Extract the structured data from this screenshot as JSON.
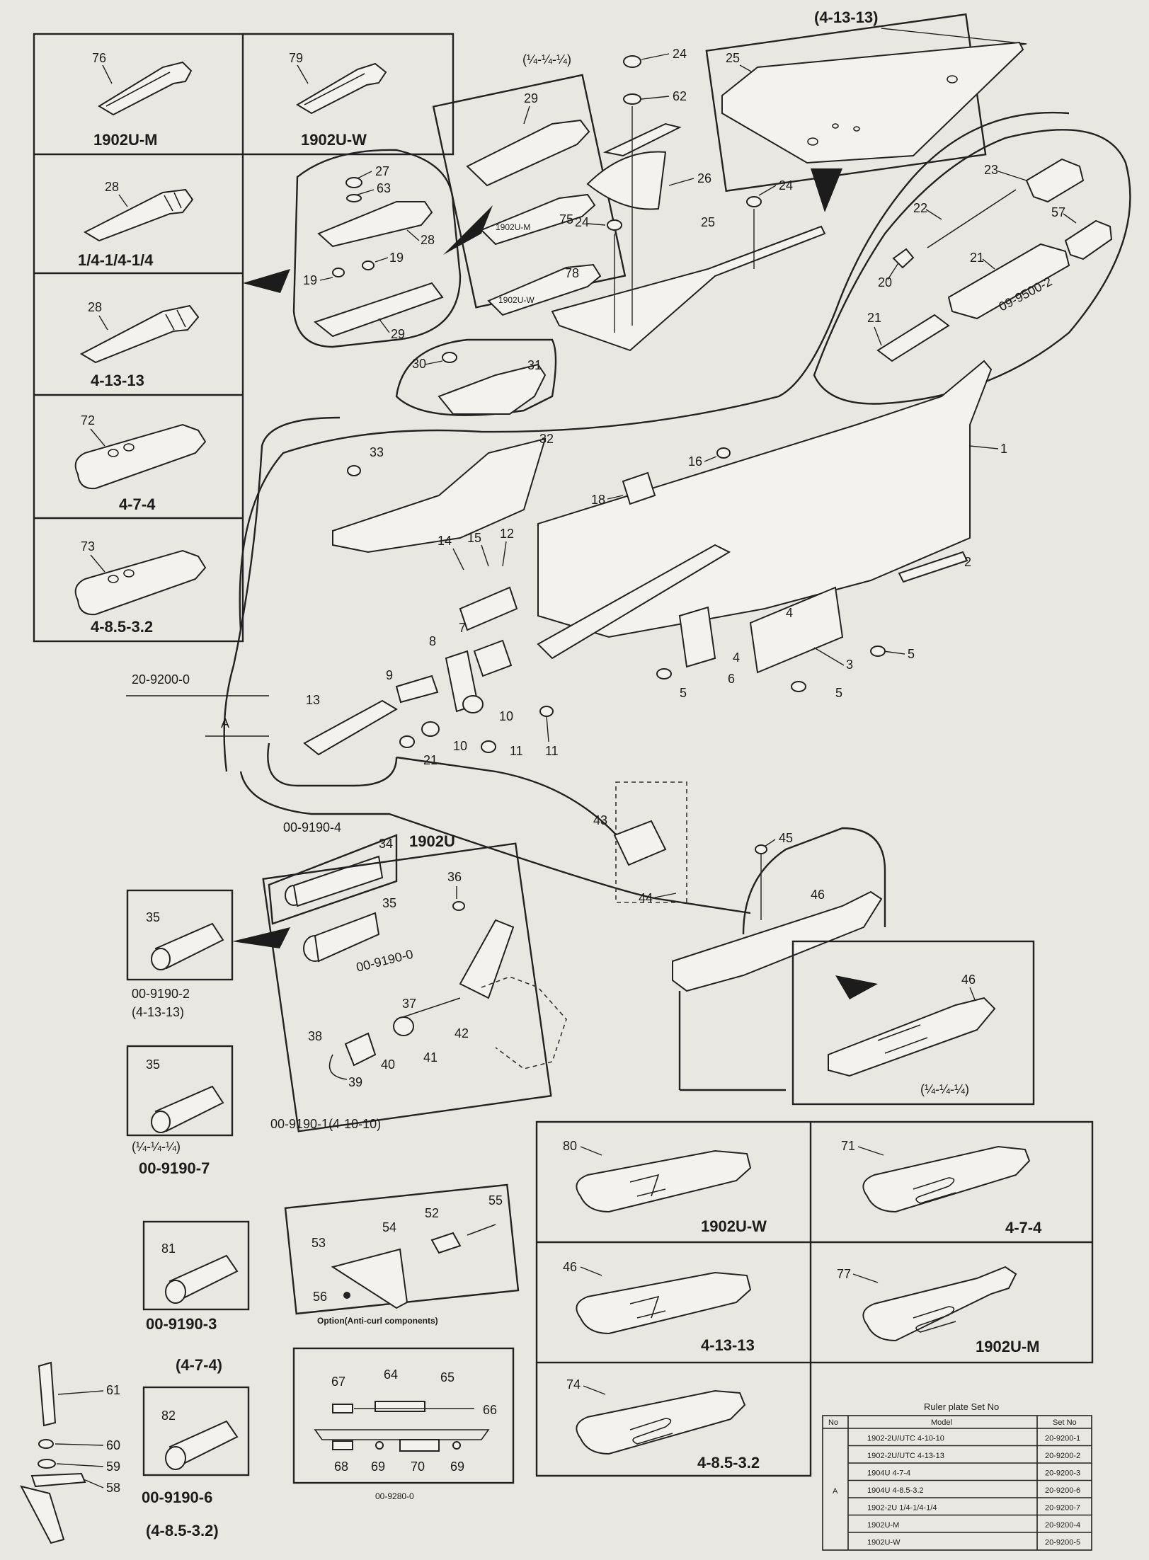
{
  "header": {
    "spec_top": "(4-13-13)",
    "spec_quarter": "(¼-¼-¼)"
  },
  "left_boxes": [
    {
      "num": "76",
      "caption": "1902U-M"
    },
    {
      "num": "79",
      "caption": "1902U-W"
    },
    {
      "num": "28",
      "caption": "1/4-1/4-1/4"
    },
    {
      "num": "28",
      "caption": "4-13-13"
    },
    {
      "num": "72",
      "caption": "4-7-4"
    },
    {
      "num": "73",
      "caption": "4-8.5-3.2"
    }
  ],
  "callouts": {
    "c1": "1",
    "c2": "2",
    "c3": "3",
    "c4": "4",
    "c5": "5",
    "c6": "6",
    "c7": "7",
    "c8": "8",
    "c9": "9",
    "c10": "10",
    "c11": "11",
    "c12": "12",
    "c13": "13",
    "c14": "14",
    "c15": "15",
    "c16": "16",
    "c18": "18",
    "c19": "19",
    "c20": "20",
    "c21": "21",
    "c22": "22",
    "c23": "23",
    "c24": "24",
    "c25": "25",
    "c26": "26",
    "c27": "27",
    "c28": "28",
    "c29": "29",
    "c30": "30",
    "c31": "31",
    "c32": "32",
    "c33": "33",
    "c34": "34",
    "c35": "35",
    "c36": "36",
    "c37": "37",
    "c38": "38",
    "c39": "39",
    "c40": "40",
    "c41": "41",
    "c42": "42",
    "c43": "43",
    "c44": "44",
    "c45": "45",
    "c46": "46",
    "c52": "52",
    "c53": "53",
    "c54": "54",
    "c55": "55",
    "c56": "56",
    "c57": "57",
    "c58": "58",
    "c59": "59",
    "c60": "60",
    "c61": "61",
    "c62": "62",
    "c63": "63",
    "c64": "64",
    "c65": "65",
    "c66": "66",
    "c67": "67",
    "c68": "68",
    "c69": "69",
    "c70": "70",
    "c71": "71",
    "c72": "72",
    "c73": "73",
    "c74": "74",
    "c75": "75",
    "c77": "77",
    "c78": "78",
    "c80": "80",
    "c81": "81",
    "c82": "82",
    "plate_label_m": "1902U-M",
    "plate_label_w": "1902U-W"
  },
  "codes": {
    "set_main": "20-9200-0",
    "label_a": "A",
    "tube_set": "09-9500-2",
    "roller_set_a": "00-9190-4",
    "model_1902u": "1902U",
    "roller_set_b": "00-9190-0",
    "roller_2": "00-9190-2",
    "roller_2_spec": "(4-13-13)",
    "roller_1": "00-9190-1(4-10-10)",
    "roller_7_spec": "(¼-¼-¼)",
    "roller_7": "00-9190-7",
    "roller_3": "00-9190-3",
    "roller_3_spec": "(4-7-4)",
    "roller_6": "00-9190-6",
    "roller_6_spec": "(4-8.5-3.2)",
    "option_caption": "Option(Anti-curl components)",
    "bottom_set": "00-9280-0",
    "box46_spec": "(¼-¼-¼)"
  },
  "ruler_plates": [
    {
      "num": "80",
      "caption": "1902U-W"
    },
    {
      "num": "71",
      "caption": "4-7-4"
    },
    {
      "num": "46",
      "caption": "4-13-13"
    },
    {
      "num": "77",
      "caption": "1902U-M"
    },
    {
      "num": "74",
      "caption": "4-8.5-3.2"
    }
  ],
  "table": {
    "title": "Ruler plate Set No",
    "headers": [
      "No",
      "Model",
      "Set No"
    ],
    "group": "A",
    "rows": [
      {
        "model": "1902-2U/UTC  4-10-10",
        "set": "20-9200-1"
      },
      {
        "model": "1902-2U/UTC  4-13-13",
        "set": "20-9200-2"
      },
      {
        "model": "1904U  4-7-4",
        "set": "20-9200-3"
      },
      {
        "model": "1904U  4-8.5-3.2",
        "set": "20-9200-6"
      },
      {
        "model": "1902-2U  1/4-1/4-1/4",
        "set": "20-9200-7"
      },
      {
        "model": "1902U-M",
        "set": "20-9200-4"
      },
      {
        "model": "1902U-W",
        "set": "20-9200-5"
      }
    ]
  }
}
